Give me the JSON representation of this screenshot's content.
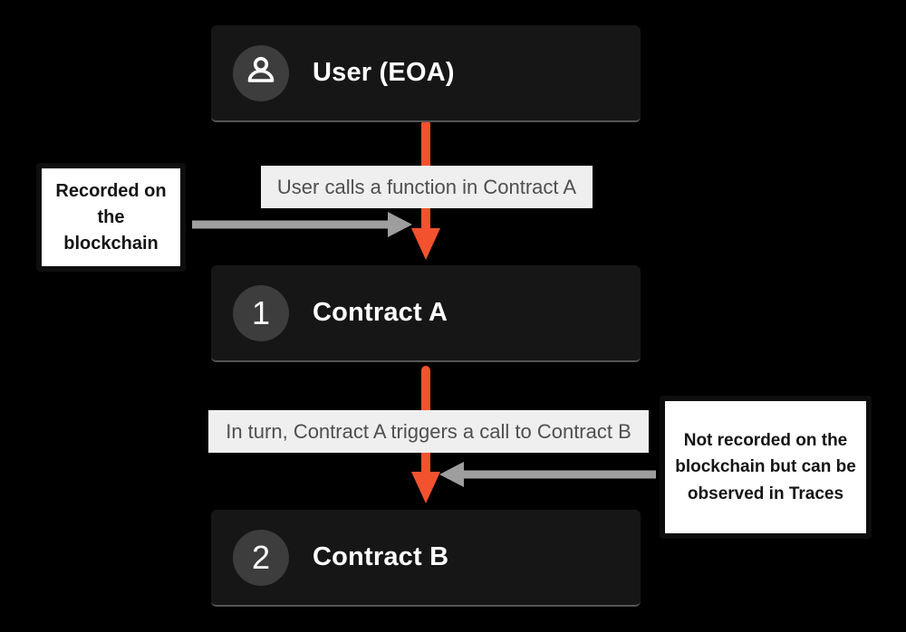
{
  "diagram": {
    "background": "#000000",
    "colors": {
      "node_bg": "#161616",
      "node_bottom_edge": "#555555",
      "badge_bg": "#3d3d3d",
      "arrow_orange": "#f3522f",
      "arrow_gray": "#9e9e9e",
      "edge_label_bg": "#efefef",
      "edge_label_text": "#4f4f4f",
      "callout_bg": "#ffffff",
      "callout_border": "#0e0e0e"
    },
    "nodes": {
      "user": {
        "title": "User (EOA)",
        "icon": "person-icon"
      },
      "contract_a": {
        "number": "1",
        "title": "Contract A"
      },
      "contract_b": {
        "number": "2",
        "title": "Contract B"
      }
    },
    "edge_labels": {
      "user_to_a": "User calls a function in Contract A",
      "a_to_b": "In turn, Contract A triggers a call to Contract B"
    },
    "callouts": {
      "left": "Recorded on the blockchain",
      "right": "Not recorded on the blockchain but can be observed in Traces"
    }
  }
}
